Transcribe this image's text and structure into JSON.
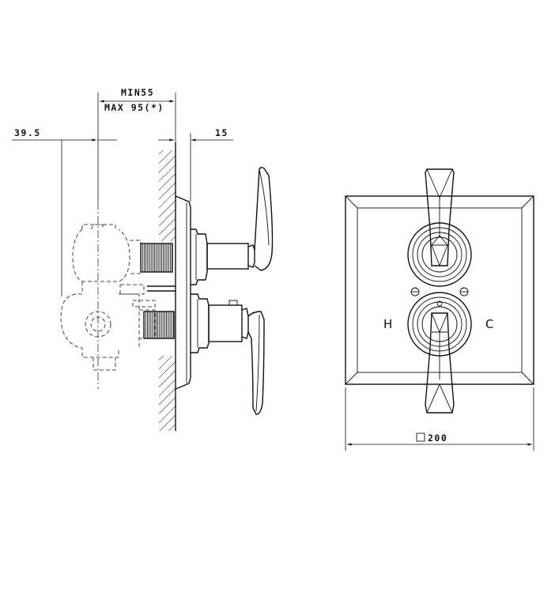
{
  "dimensions": {
    "depth_min": "MIN55",
    "depth_max": "MAX 95(*)",
    "body_offset": "39.5",
    "plate_thickness": "15",
    "plate_size": "200"
  },
  "front_view": {
    "hot_mark": "H",
    "cold_mark": "C"
  }
}
